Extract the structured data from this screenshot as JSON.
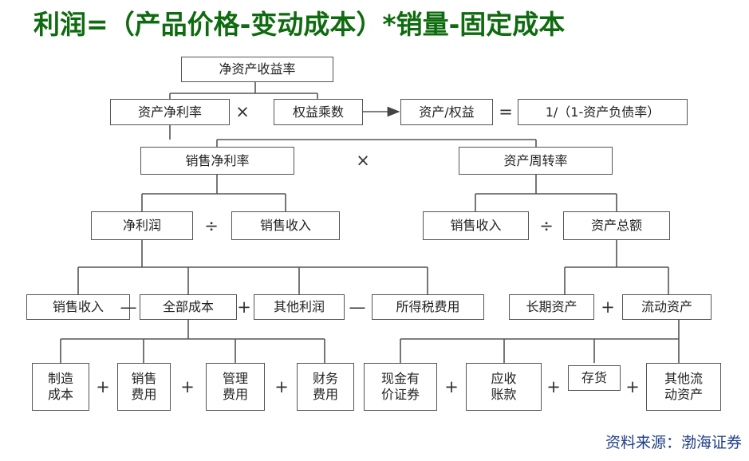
{
  "title": "利润=（产品价格-变动成本）*销量-固定成本",
  "source": "资料来源：渤海证券",
  "nodes": {
    "roe": "净资产收益率",
    "roa": "资产净利率",
    "equity_multiplier": "权益乘数",
    "assets_over_equity": "资产/权益",
    "one_over_debt_ratio": "1/（1-资产负债率）",
    "net_profit_margin": "销售净利率",
    "asset_turnover": "资产周转率",
    "net_profit": "净利润",
    "sales_revenue_1": "销售收入",
    "sales_revenue_2": "销售收入",
    "total_assets": "资产总额",
    "sales_revenue_3": "销售收入",
    "total_cost": "全部成本",
    "other_profit": "其他利润",
    "income_tax": "所得税费用",
    "long_term_assets": "长期资产",
    "current_assets": "流动资产",
    "manufacturing_cost": "制造\n成本",
    "selling_expense": "销售\n费用",
    "admin_expense": "管理\n费用",
    "finance_expense": "财务\n费用",
    "cash_securities": "现金有\n价证券",
    "receivables": "应收\n账款",
    "inventory": "存货",
    "other_current_assets": "其他流\n动资产"
  },
  "operators": {
    "times_1": "×",
    "equals": "=",
    "times_2": "×",
    "divide_1": "÷",
    "divide_2": "÷",
    "minus_1": "—",
    "plus_1": "+",
    "minus_2": "—",
    "plus_2": "+",
    "plus_3": "+",
    "plus_4": "+",
    "plus_5": "+",
    "plus_6": "+",
    "plus_7": "+",
    "plus_8": "+"
  }
}
